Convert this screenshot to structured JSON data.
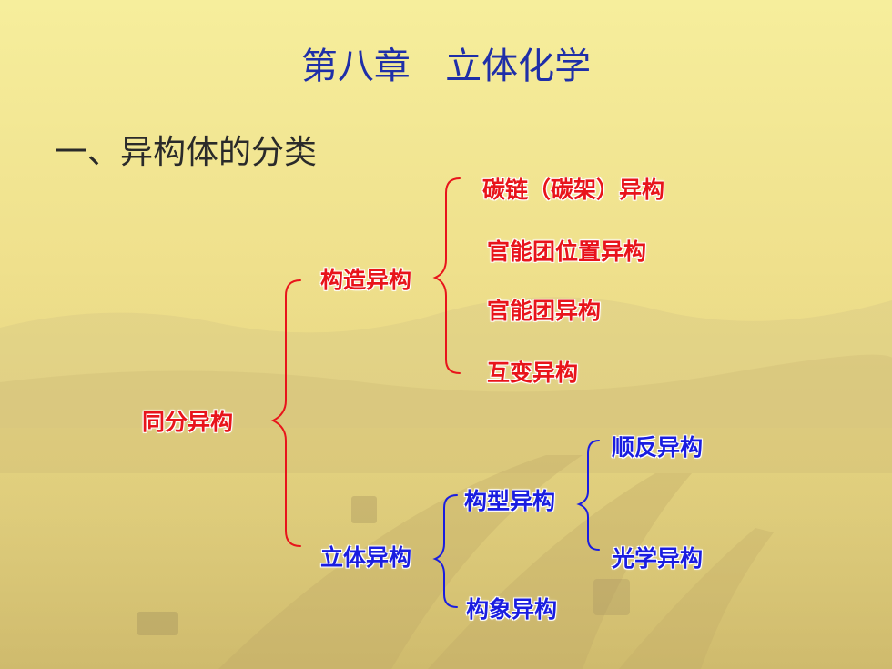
{
  "title": "第八章   立体化学",
  "section_heading": "一、异构体的分类",
  "colors": {
    "title": "#1f2fa8",
    "red": "#e8141b",
    "blue": "#1a1de0",
    "brace": "#e8141b"
  },
  "tree": {
    "root": "同分异构",
    "constitutional": {
      "label": "构造异构",
      "children": [
        "碳链（碳架）异构",
        "官能团位置异构",
        "官能团异构",
        "互变异构"
      ]
    },
    "stereo": {
      "label": "立体异构",
      "configurational": {
        "label": "构型异构",
        "children": [
          "顺反异构",
          "光学异构"
        ]
      },
      "conformational": "构象异构"
    }
  }
}
